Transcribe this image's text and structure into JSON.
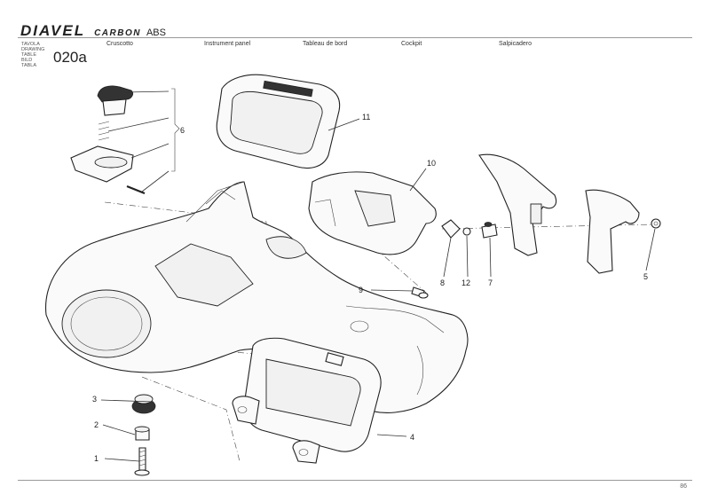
{
  "header": {
    "model": "DIAVEL",
    "variant": "CARBON",
    "abs": "ABS",
    "table_labels": [
      "TAVOLA",
      "DRAWING",
      "TABLE",
      "BILD",
      "TABLA"
    ],
    "table_code": "020a",
    "titles": {
      "it": "Cruscotto",
      "en": "Instrument panel",
      "fr": "Tableau de bord",
      "de": "Cockpit",
      "es": "Salpicadero"
    }
  },
  "callouts": {
    "c1": "1",
    "c2": "2",
    "c3": "3",
    "c4": "4",
    "c5": "5",
    "c6": "6",
    "c7": "7",
    "c8": "8",
    "c9": "9",
    "c10": "10",
    "c11": "11",
    "c12": "12"
  },
  "footer": {
    "page_number": "86"
  }
}
